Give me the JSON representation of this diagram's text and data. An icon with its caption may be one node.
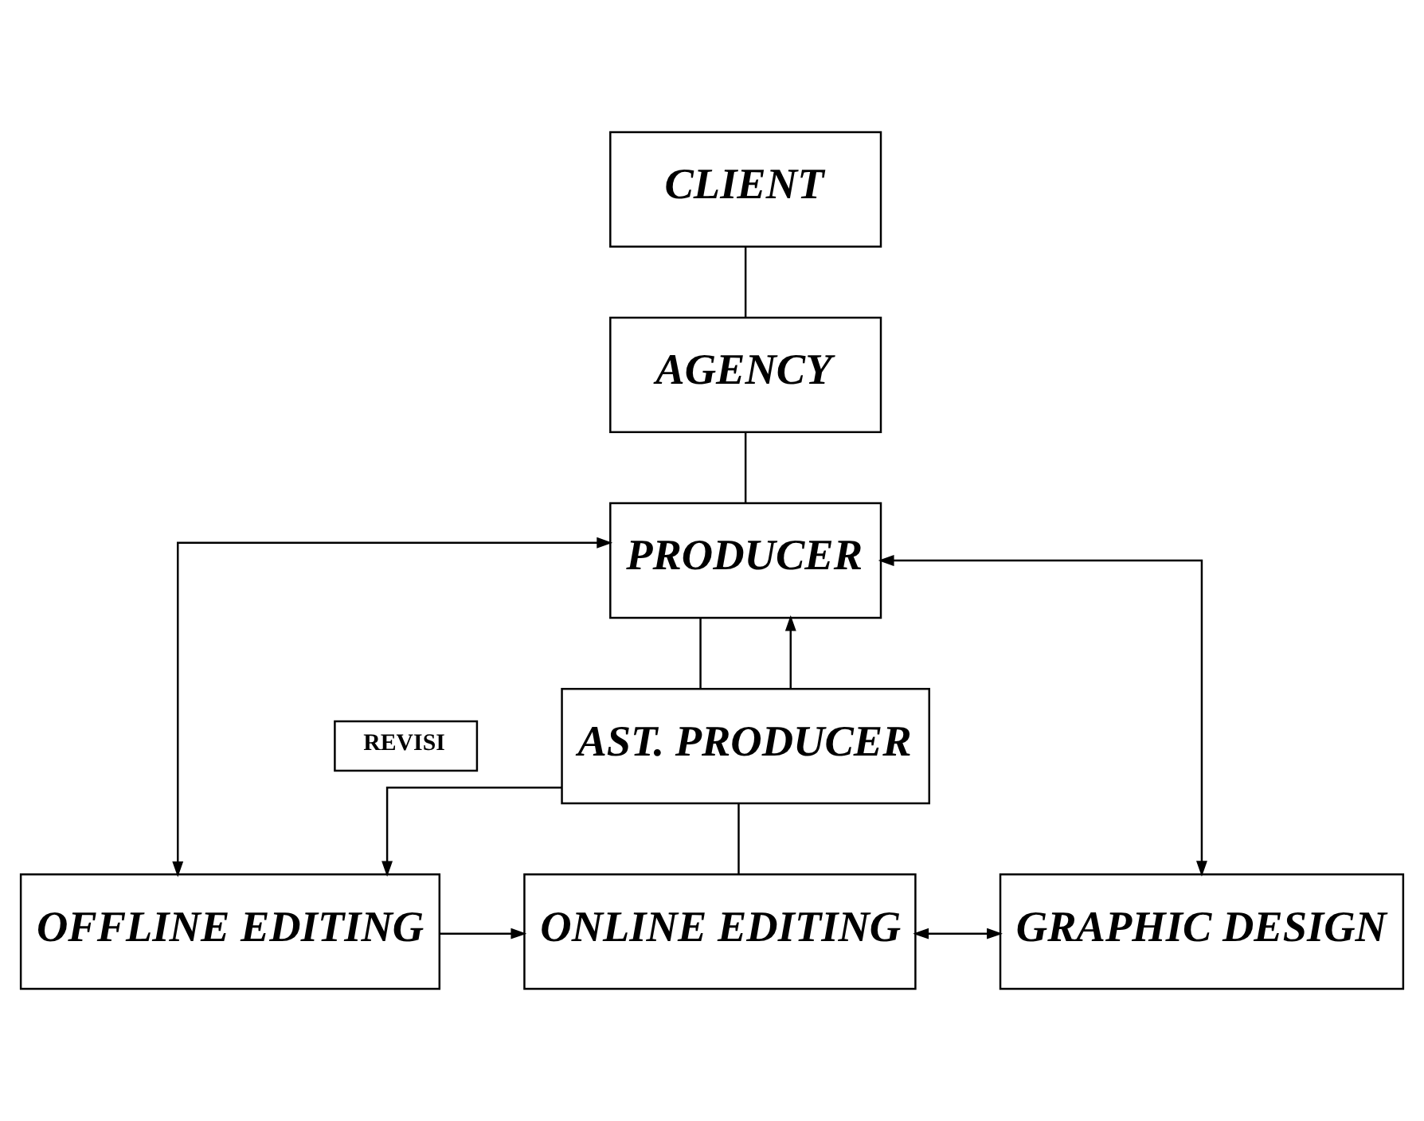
{
  "diagram": {
    "nodes": [
      {
        "text": [
          "CLIENT"
        ]
      },
      {
        "text": [
          "AGENCY"
        ]
      },
      {
        "text": [
          "PRODUCER"
        ]
      },
      {
        "text": [
          "AST. PRODUCER"
        ]
      },
      {
        "text": [
          "REVISI"
        ]
      },
      {
        "text": [
          "OFFLINE EDITING"
        ]
      },
      {
        "text": [
          "ONLINE EDITING"
        ]
      },
      {
        "text": [
          "GRAPHIC DESIGN"
        ]
      }
    ],
    "edges": [
      {
        "from": 0,
        "to": 1,
        "arrow": "none"
      },
      {
        "from": 1,
        "to": 2,
        "arrow": "none"
      },
      {
        "from": 2,
        "to": 3,
        "arrow": "none"
      },
      {
        "from": 2,
        "to": 5,
        "arrow": "both"
      },
      {
        "from": 3,
        "to": 5,
        "arrow": "to"
      },
      {
        "from": 3,
        "to": 2,
        "arrow": "to"
      },
      {
        "from": 2,
        "to": 7,
        "arrow": "both"
      },
      {
        "from": 3,
        "to": 6,
        "arrow": "none"
      },
      {
        "from": 5,
        "to": 6,
        "arrow": "to"
      },
      {
        "from": 6,
        "to": 7,
        "arrow": "both"
      }
    ]
  }
}
